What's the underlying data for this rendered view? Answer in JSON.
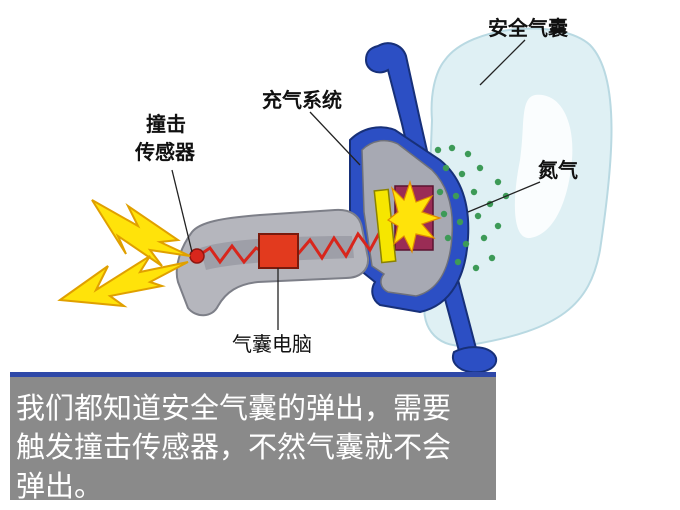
{
  "labels": {
    "airbag": "安全气囊",
    "inflator": "充气系统",
    "crash_sensor_line1": "撞击",
    "crash_sensor_line2": "传感器",
    "nitrogen": "氮气",
    "airbag_ecu": "气囊电脑"
  },
  "caption": {
    "line1": "我们都知道安全气囊的弹出，需要",
    "line2": "触发撞击传感器，不然气囊就不会",
    "line3": "弹出。"
  },
  "colors": {
    "steering": "#2c4fc4",
    "housing": "#a7a9b3",
    "airbag": "#dff0f4",
    "spark": "#ffe30a",
    "gas": "#3d9a57",
    "ecu": "#e23a1e",
    "caption_bg": "#8a8a8a",
    "caption_bar": "#2e48a8"
  }
}
